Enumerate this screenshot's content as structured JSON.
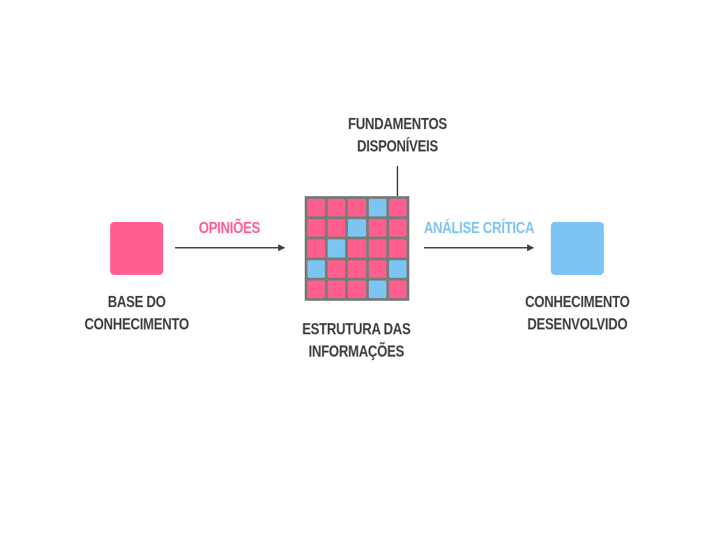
{
  "colors": {
    "pink": "#ff5f8f",
    "blue": "#7cc4f2",
    "grid_frame": "#7b7b7b",
    "text": "#3f3f3f",
    "arrow": "#3f3f3f"
  },
  "nodes": {
    "base": {
      "line1": "BASE DO",
      "line2": "CONHECIMENTO"
    },
    "estrutura": {
      "line1": "ESTRUTURA DAS",
      "line2": "INFORMAÇÕES"
    },
    "conhecimento": {
      "line1": "CONHECIMENTO",
      "line2": "DESENVOLVIDO"
    },
    "fundamentos": {
      "line1": "FUNDAMENTOS",
      "line2": "DISPONÍVEIS"
    }
  },
  "edges": {
    "opinioes": "OPINIÕES",
    "analise": "ANÁLISE CRÍTICA"
  },
  "grid": [
    [
      "pink",
      "pink",
      "pink",
      "blue",
      "pink"
    ],
    [
      "pink",
      "pink",
      "blue",
      "pink",
      "pink"
    ],
    [
      "pink",
      "blue",
      "pink",
      "pink",
      "pink"
    ],
    [
      "blue",
      "pink",
      "pink",
      "pink",
      "blue"
    ],
    [
      "pink",
      "pink",
      "pink",
      "blue",
      "pink"
    ]
  ]
}
